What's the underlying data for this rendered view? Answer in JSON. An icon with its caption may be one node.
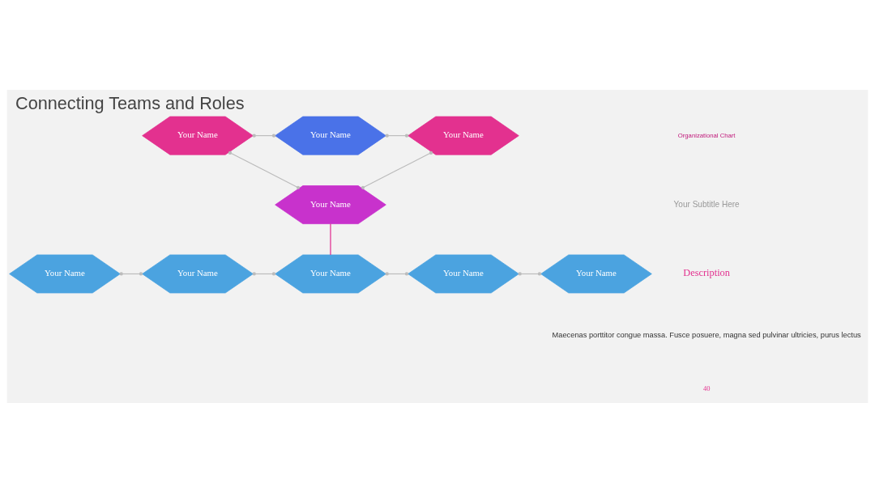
{
  "diagram": {
    "title": "Connecting Teams and Roles",
    "nodes": [
      {
        "text": [
          "Your Name"
        ]
      },
      {
        "text": [
          "Your Name"
        ]
      },
      {
        "text": [
          "Your Name"
        ]
      },
      {
        "text": [
          "Your Name"
        ]
      },
      {
        "text": [
          "Your Name"
        ]
      },
      {
        "text": [
          "Your Name"
        ]
      },
      {
        "text": [
          "Your Name"
        ]
      },
      {
        "text": [
          "Your Name"
        ]
      },
      {
        "text": [
          "Your Name"
        ]
      }
    ],
    "edges": [
      {
        "from": 1,
        "to": 0,
        "arrow": "other"
      },
      {
        "from": 0,
        "to": 2,
        "arrow": "other"
      },
      {
        "from": 1,
        "to": 3,
        "arrow": "other"
      },
      {
        "from": 3,
        "to": 2,
        "arrow": "other"
      },
      {
        "from": 3,
        "to": 6,
        "arrow": "none",
        "color": "#e0218a"
      },
      {
        "from": 4,
        "to": 5,
        "arrow": "other"
      },
      {
        "from": 5,
        "to": 6,
        "arrow": "other"
      },
      {
        "from": 6,
        "to": 7,
        "arrow": "other"
      },
      {
        "from": 7,
        "to": 8,
        "arrow": "other"
      }
    ],
    "labels": [
      "Organizational Chart",
      "Your Subtitle Here",
      "Description",
      "Maecenas porttitor congue massa. Fusce posuere, magna sed pulvinar ultricies, purus lectus",
      "40"
    ]
  }
}
